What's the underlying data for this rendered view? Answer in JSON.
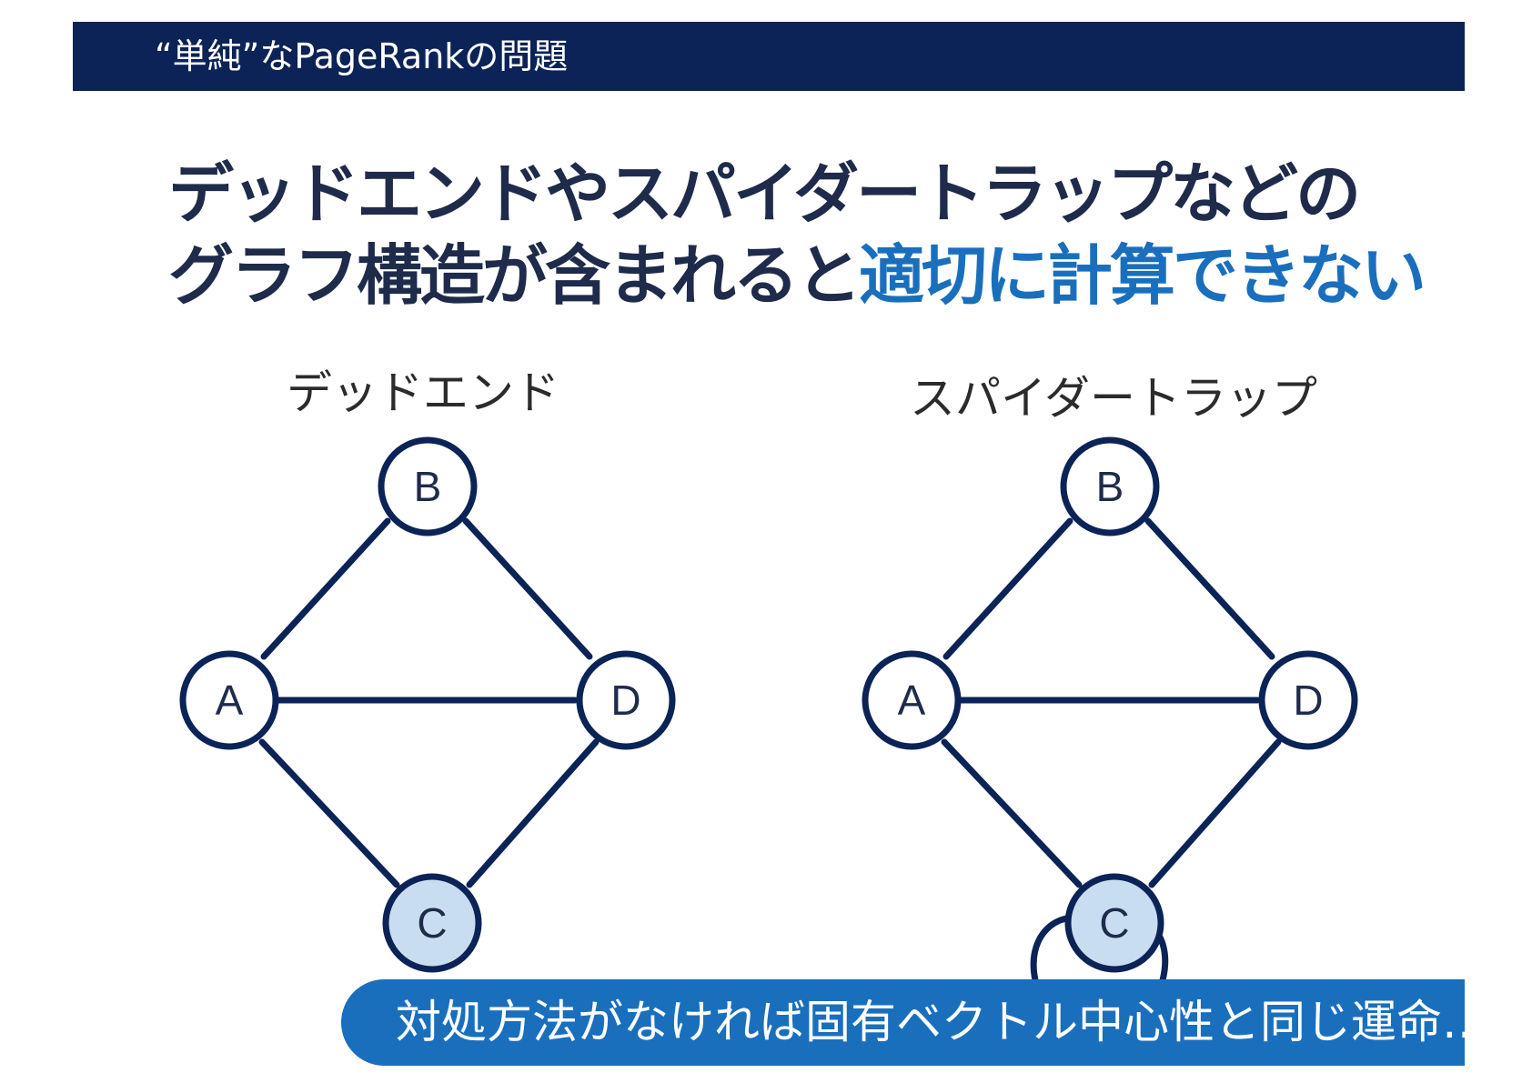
{
  "header": {
    "title": "“単純”なPageRankの問題"
  },
  "headline": {
    "line1": "デッドエンドやスパイダートラップなどの",
    "line2_dark": "グラフ構造が含まれると",
    "line2_highlight": "適切に計算できない"
  },
  "diagrams": [
    {
      "label": "デッドエンド",
      "nodes": {
        "A": "A",
        "B": "B",
        "C": "C",
        "D": "D"
      }
    },
    {
      "label": "スパイダートラップ",
      "nodes": {
        "A": "A",
        "B": "B",
        "C": "C",
        "D": "D"
      }
    }
  ],
  "callout": {
    "text": "対処方法がなければ固有ベクトル中心性と同じ運命…"
  },
  "colors": {
    "navy": "#0b2356",
    "accent_blue": "#1a6fbd",
    "highlight_node": "#c9ddf0"
  }
}
